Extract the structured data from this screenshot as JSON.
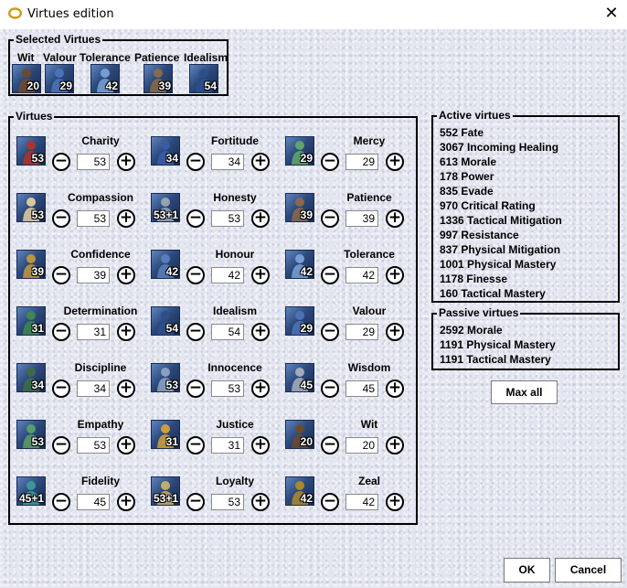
{
  "window": {
    "title": "Virtues edition",
    "close_glyph": "✕",
    "icon": "ring-icon"
  },
  "selected": {
    "title": "Selected Virtues",
    "items": [
      {
        "name": "Wit",
        "rank": "20"
      },
      {
        "name": "Valour",
        "rank": "29"
      },
      {
        "name": "Tolerance",
        "rank": "42"
      },
      {
        "name": "Patience",
        "rank": "39"
      },
      {
        "name": "Idealism",
        "rank": "54"
      }
    ]
  },
  "virtues": {
    "title": "Virtues",
    "minus_glyph": "−",
    "plus_glyph": "+",
    "items": [
      {
        "name": "Charity",
        "rank": "53",
        "value": "53",
        "color": "#b0342a"
      },
      {
        "name": "Fortitude",
        "rank": "34",
        "value": "34",
        "color": "#3a5da8"
      },
      {
        "name": "Mercy",
        "rank": "29",
        "value": "29",
        "color": "#62a86b"
      },
      {
        "name": "Compassion",
        "rank": "53",
        "value": "53",
        "color": "#e2cfa1"
      },
      {
        "name": "Honesty",
        "rank": "53+1",
        "value": "53",
        "color": "#9aa7b3"
      },
      {
        "name": "Patience",
        "rank": "39",
        "value": "39",
        "color": "#8c6a4a"
      },
      {
        "name": "Confidence",
        "rank": "39",
        "value": "39",
        "color": "#c29a3a"
      },
      {
        "name": "Honour",
        "rank": "42",
        "value": "42",
        "color": "#5b7fc0"
      },
      {
        "name": "Tolerance",
        "rank": "42",
        "value": "42",
        "color": "#7aa2d6"
      },
      {
        "name": "Determination",
        "rank": "31",
        "value": "31",
        "color": "#3f8a4f"
      },
      {
        "name": "Idealism",
        "rank": "54",
        "value": "54",
        "color": "#2c4f8c"
      },
      {
        "name": "Valour",
        "rank": "29",
        "value": "29",
        "color": "#4d74b8"
      },
      {
        "name": "Discipline",
        "rank": "34",
        "value": "34",
        "color": "#3d6e45"
      },
      {
        "name": "Innocence",
        "rank": "53",
        "value": "53",
        "color": "#8fa4c4"
      },
      {
        "name": "Wisdom",
        "rank": "45",
        "value": "45",
        "color": "#a8b0c0"
      },
      {
        "name": "Empathy",
        "rank": "53",
        "value": "53",
        "color": "#5aa06a"
      },
      {
        "name": "Justice",
        "rank": "31",
        "value": "31",
        "color": "#d2a23c"
      },
      {
        "name": "Wit",
        "rank": "20",
        "value": "20",
        "color": "#6d4a30"
      },
      {
        "name": "Fidelity",
        "rank": "45+1",
        "value": "45",
        "color": "#3e9a9a"
      },
      {
        "name": "Loyalty",
        "rank": "53+1",
        "value": "53",
        "color": "#c9b26a"
      },
      {
        "name": "Zeal",
        "rank": "42",
        "value": "42",
        "color": "#b08a2e"
      }
    ]
  },
  "active": {
    "title": "Active virtues",
    "lines": [
      "552 Fate",
      "3067 Incoming Healing",
      "613 Morale",
      "178 Power",
      "835 Evade",
      "970 Critical Rating",
      "1336 Tactical Mitigation",
      "997 Resistance",
      "837 Physical Mitigation",
      "1001 Physical Mastery",
      "1178 Finesse",
      "160 Tactical Mastery"
    ]
  },
  "passive": {
    "title": "Passive virtues",
    "lines": [
      "2592 Morale",
      "1191 Physical Mastery",
      "1191 Tactical Mastery"
    ]
  },
  "buttons": {
    "max_all": "Max all",
    "ok": "OK",
    "cancel": "Cancel"
  }
}
